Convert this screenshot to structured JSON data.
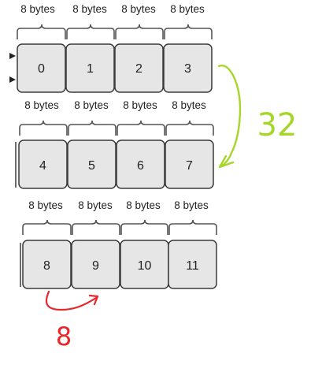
{
  "memory_rows": [
    {
      "cells": [
        "0",
        "1",
        "2",
        "3"
      ],
      "brace_labels": [
        "8 bytes",
        "8 bytes",
        "8 bytes",
        "8 bytes"
      ]
    },
    {
      "cells": [
        "4",
        "5",
        "6",
        "7"
      ],
      "brace_labels": [
        "8 bytes",
        "8 bytes",
        "8 bytes",
        "8 bytes"
      ]
    },
    {
      "cells": [
        "8",
        "9",
        "10",
        "11"
      ],
      "brace_labels": [
        "8 bytes",
        "8 bytes",
        "8 bytes",
        "8 bytes"
      ]
    }
  ],
  "annotations": {
    "row_stride": {
      "text": "32",
      "color": "#a6d62a"
    },
    "element_stride": {
      "text": "8",
      "color": "#e8262b"
    }
  },
  "colors": {
    "cell_fill": "#e6e6e6",
    "cell_border": "#3a3a3a",
    "brace": "#555555",
    "text": "#222222"
  }
}
